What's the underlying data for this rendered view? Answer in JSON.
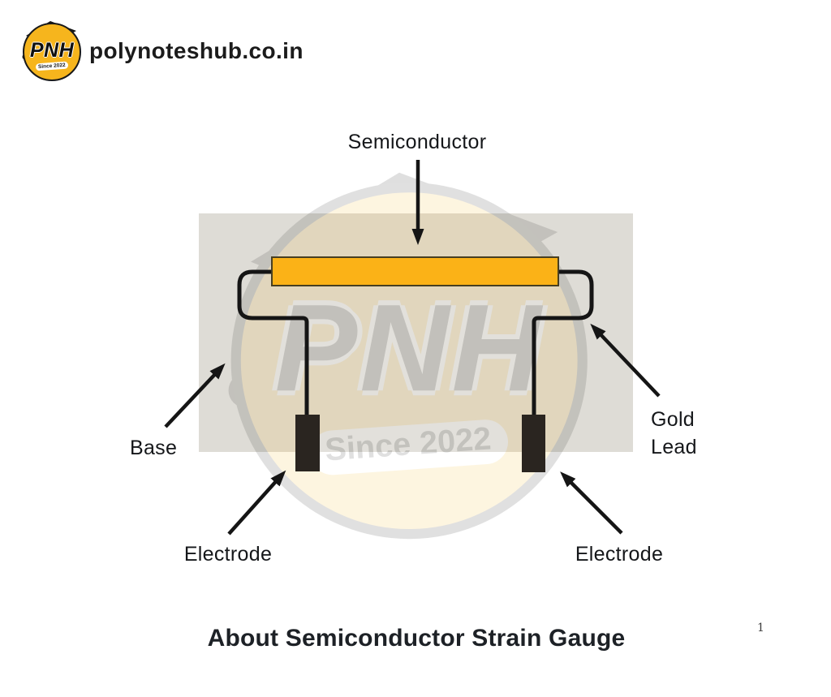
{
  "header": {
    "logo": {
      "acronym": "PNH",
      "tagline": "Since 2022"
    },
    "site_name": "polynoteshub.co.in"
  },
  "watermark": {
    "acronym": "PNH",
    "tagline": "Since 2022"
  },
  "diagram": {
    "labels": {
      "semiconductor": "Semiconductor",
      "base": "Base",
      "gold_lead": {
        "line1": "Gold",
        "line2": "Lead"
      },
      "electrode_left": "Electrode",
      "electrode_right": "Electrode"
    },
    "colors": {
      "semiconductor_fill": "#FBB217",
      "base_plate_fill": "#DEDCD6",
      "electrode_fill": "#2A2520",
      "wire_and_arrow": "#151515",
      "logo_yellow": "#F6B51D"
    }
  },
  "footer": {
    "title": "About Semiconductor Strain Gauge",
    "page_number": "1"
  }
}
